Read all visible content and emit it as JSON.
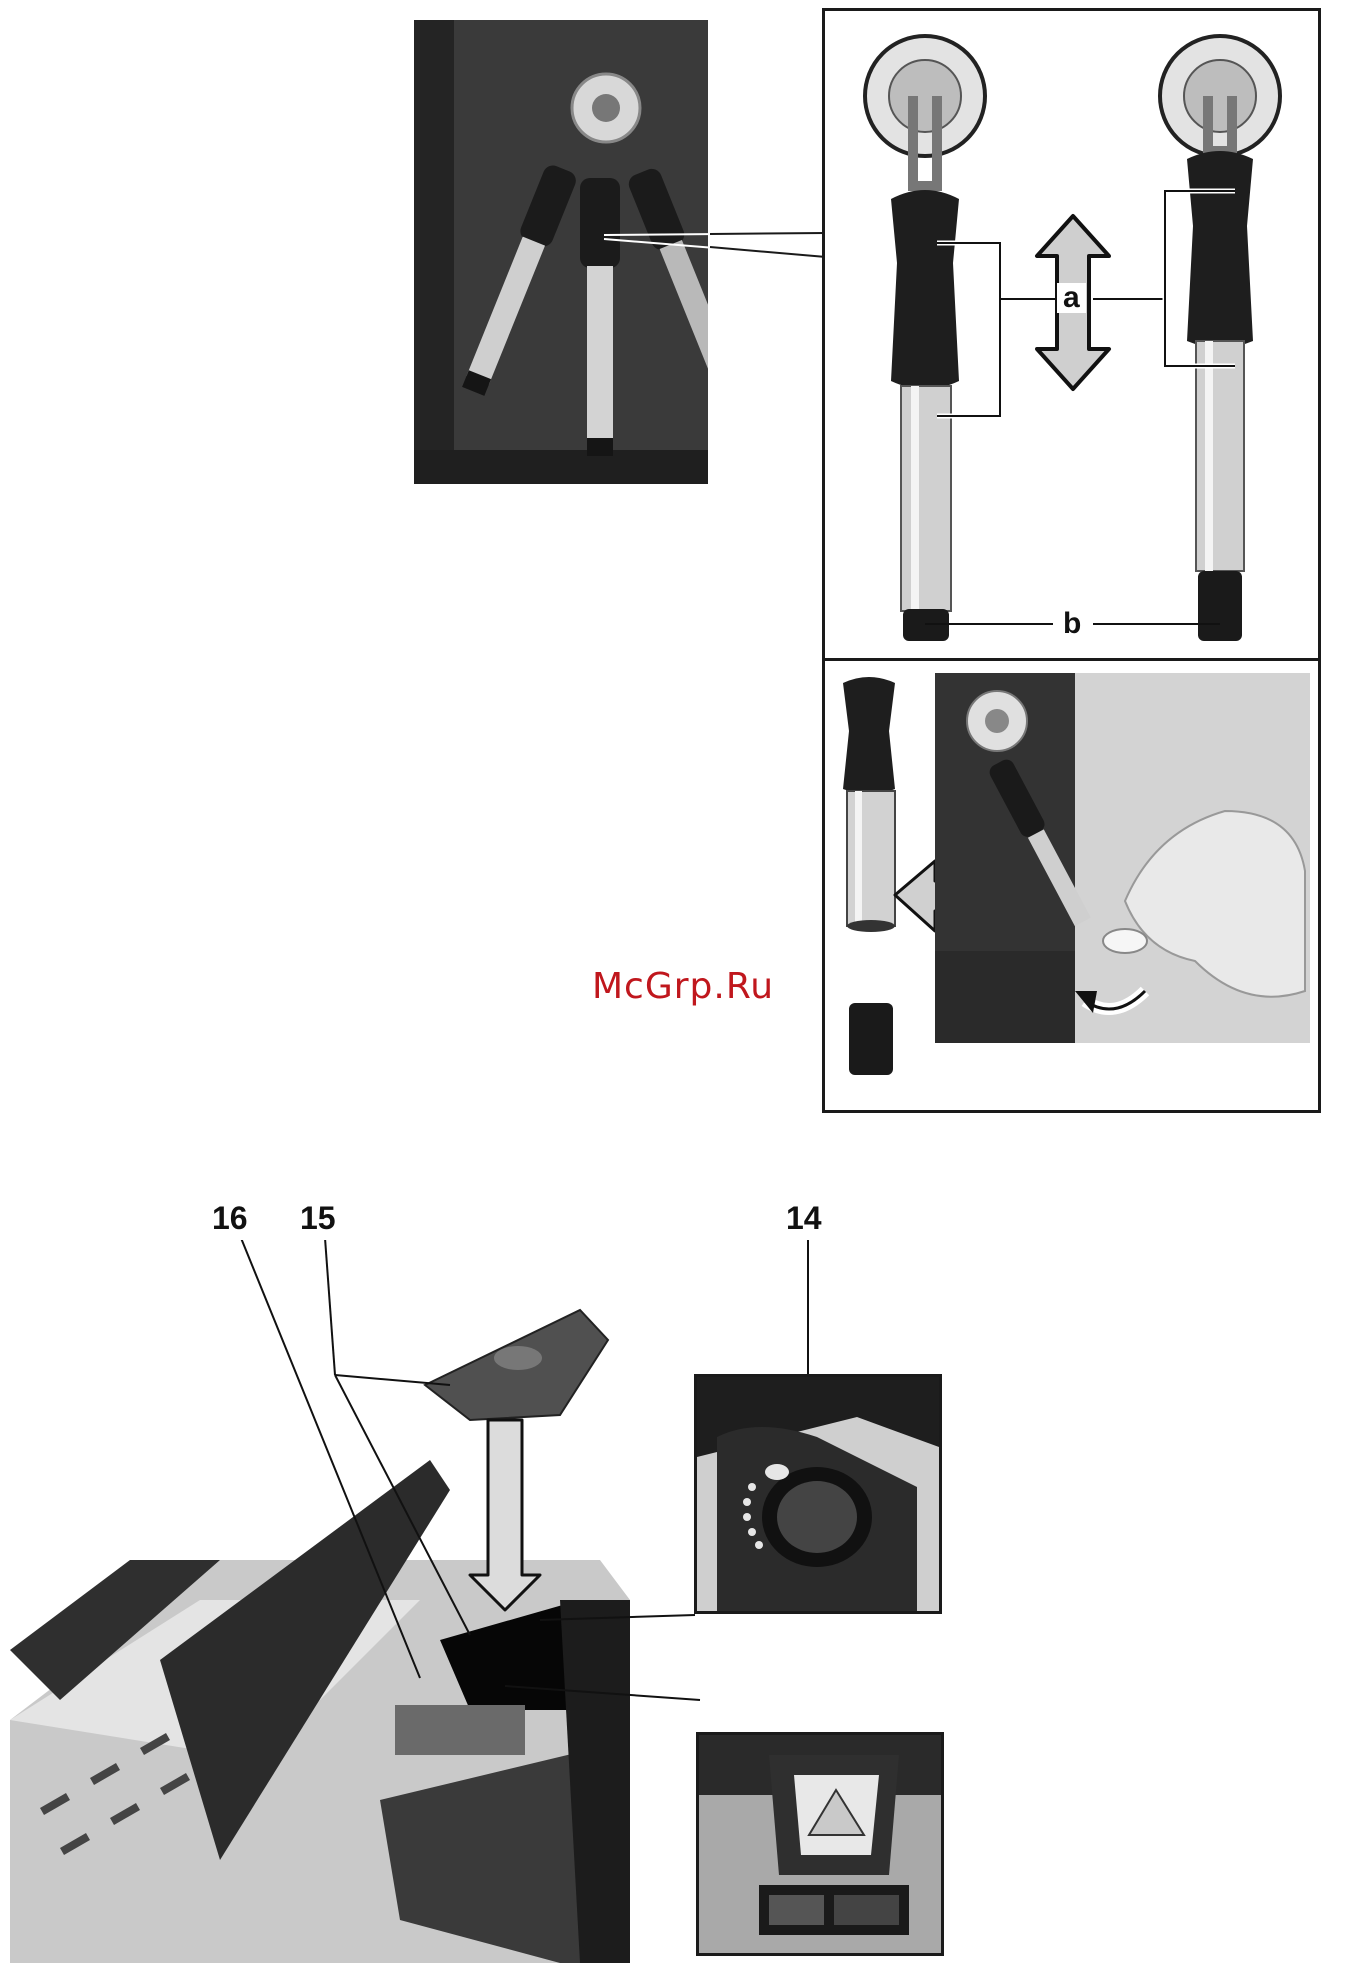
{
  "watermark": {
    "text": "McGrp.Ru",
    "color": "#c0171d"
  },
  "steam_wand_figure": {
    "labels": {
      "a": "a",
      "b": "b"
    }
  },
  "tank_figure": {
    "callouts": {
      "c14": "14",
      "c15": "15",
      "c16": "16"
    }
  },
  "colors": {
    "frame": "#1a1a1a",
    "photo_dark": "#2f2f2f",
    "photo_light": "#d6d6d6",
    "chrome": "#c8c8c8"
  }
}
